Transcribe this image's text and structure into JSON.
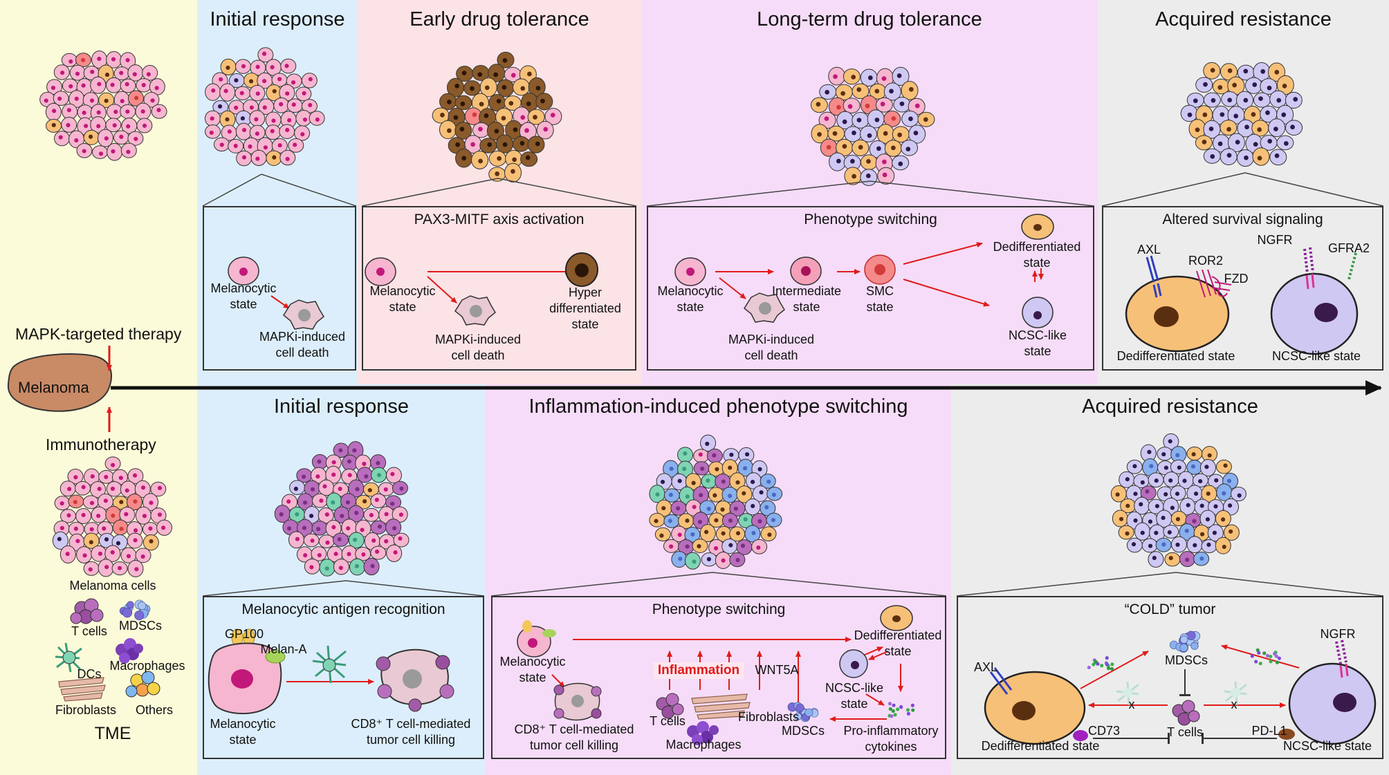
{
  "colors": {
    "tme_bg": "#fcfbd9",
    "initial_bg": "#dceefb",
    "early_bg": "#fbe3e6",
    "long_bg": "#f6dcf8",
    "resistance_bg": "#ececec",
    "arrow_red": "#e01b1b",
    "melanocytic_cell": "#f6b6cf",
    "hyper_cell": "#8a5a2b",
    "dediff_cell": "#f7c078",
    "ncsc_cell": "#cfc8f3",
    "smc_cell": "#f58a8a",
    "melanoma_blob": "#c98a66"
  },
  "left": {
    "mapk_label": "MAPK-targeted therapy",
    "melanoma_label": "Melanoma",
    "immuno_label": "Immunotherapy",
    "melanoma_cells": "Melanoma cells",
    "t_cells": "T cells",
    "mdscs": "MDSCs",
    "dcs": "DCs",
    "macrophages": "Macrophages",
    "fibroblasts": "Fibroblasts",
    "others": "Others",
    "tme": "TME"
  },
  "top": {
    "initial": {
      "title": "Initial response",
      "melanocytic": "Melanocytic\nstate",
      "death": "MAPKi-induced\ncell death"
    },
    "early": {
      "title": "Early drug tolerance",
      "box_title": "PAX3-MITF axis activation",
      "melanocytic": "Melanocytic\nstate",
      "death": "MAPKi-induced\ncell death",
      "hyper": "Hyper\ndifferentiated\nstate"
    },
    "long": {
      "title": "Long-term drug tolerance",
      "box_title": "Phenotype switching",
      "melanocytic": "Melanocytic\nstate",
      "death": "MAPKi-induced\ncell death",
      "intermediate": "Intermediate\nstate",
      "smc": "SMC\nstate",
      "dediff": "Dedifferentiated\nstate",
      "ncsc": "NCSC-like\nstate"
    },
    "acquired": {
      "title": "Acquired resistance",
      "box_title": "Altered survival signaling",
      "axl": "AXL",
      "ror2": "ROR2",
      "fzd": "FZD",
      "ngfr": "NGFR",
      "gfra2": "GFRA2",
      "dediff": "Dedifferentiated state",
      "ncsc": "NCSC-like state"
    }
  },
  "bottom": {
    "initial": {
      "title": "Initial response",
      "box_title": "Melanocytic antigen recognition",
      "gp100": "GP100",
      "melana": "Melan-A",
      "melanocytic": "Melanocytic\nstate",
      "killing": "CD8⁺ T cell-mediated\ntumor cell killing"
    },
    "inflammation": {
      "title": "Inflammation-induced phenotype switching",
      "box_title": "Phenotype switching",
      "melanocytic": "Melanocytic\nstate",
      "killing": "CD8⁺ T cell-mediated\ntumor cell killing",
      "inflammation": "Inflammation",
      "wnt5a": "WNT5A",
      "dediff": "Dedifferentiated\nstate",
      "ncsc": "NCSC-like\nstate",
      "t_cells": "T cells",
      "fibroblasts": "Fibroblasts",
      "macrophages": "Macrophages",
      "mdscs": "MDSCs",
      "cytokines": "Pro-inflammatory\ncytokines"
    },
    "acquired": {
      "title": "Acquired resistance",
      "box_title": "“COLD” tumor",
      "axl": "AXL",
      "mdscs": "MDSCs",
      "ngfr": "NGFR",
      "cd73": "CD73",
      "t_cells": "T cells",
      "pdl1": "PD-L1",
      "x1": "x",
      "x2": "x",
      "dediff": "Dedifferentiated state",
      "ncsc": "NCSC-like state"
    }
  }
}
